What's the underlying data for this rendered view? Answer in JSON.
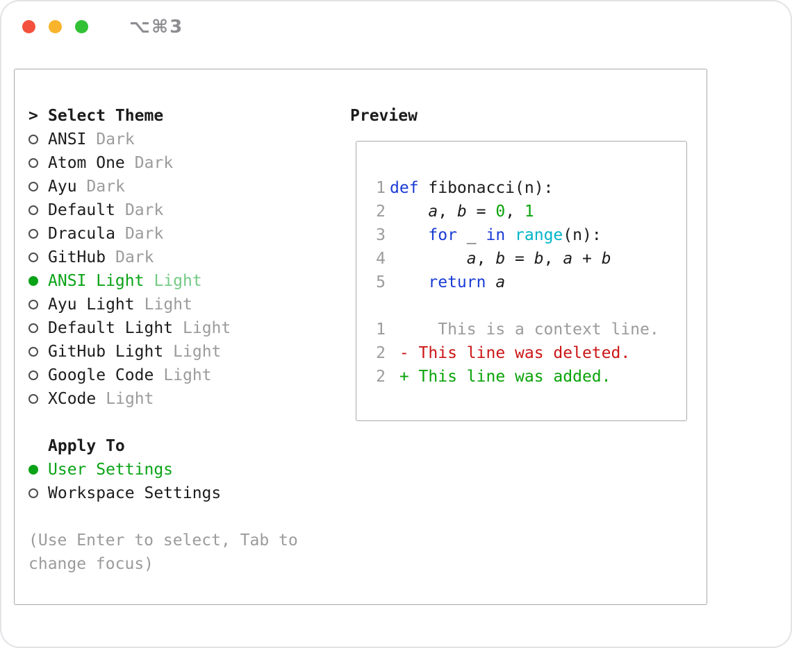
{
  "titlebar": {
    "shortcut": "⌥⌘3"
  },
  "theme_selector": {
    "prompt": ">",
    "title": "Select Theme",
    "themes": [
      {
        "name": "ANSI",
        "variant": "Dark",
        "selected": false
      },
      {
        "name": "Atom One",
        "variant": "Dark",
        "selected": false
      },
      {
        "name": "Ayu",
        "variant": "Dark",
        "selected": false
      },
      {
        "name": "Default",
        "variant": "Dark",
        "selected": false
      },
      {
        "name": "Dracula",
        "variant": "Dark",
        "selected": false
      },
      {
        "name": "GitHub",
        "variant": "Dark",
        "selected": false
      },
      {
        "name": "ANSI Light",
        "variant": "Light",
        "selected": true
      },
      {
        "name": "Ayu Light",
        "variant": "Light",
        "selected": false
      },
      {
        "name": "Default Light",
        "variant": "Light",
        "selected": false
      },
      {
        "name": "GitHub Light",
        "variant": "Light",
        "selected": false
      },
      {
        "name": "Google Code",
        "variant": "Light",
        "selected": false
      },
      {
        "name": "XCode",
        "variant": "Light",
        "selected": false
      }
    ],
    "apply_to": {
      "title": "Apply To",
      "options": [
        {
          "label": "User Settings",
          "selected": true
        },
        {
          "label": "Workspace Settings",
          "selected": false
        }
      ]
    },
    "help_lines": [
      "(Use Enter to select, Tab to",
      "change focus)"
    ]
  },
  "preview": {
    "title": "Preview",
    "lines": [
      {
        "num": "1",
        "kind": "code",
        "tokens": [
          {
            "t": "def",
            "c": "blue"
          },
          {
            "t": " fibonacci(n):"
          }
        ]
      },
      {
        "num": "2",
        "kind": "code",
        "tokens": [
          {
            "t": "    "
          },
          {
            "t": "a",
            "i": true
          },
          {
            "t": ", "
          },
          {
            "t": "b",
            "i": true
          },
          {
            "t": " = "
          },
          {
            "t": "0",
            "c": "green"
          },
          {
            "t": ", "
          },
          {
            "t": "1",
            "c": "green"
          }
        ]
      },
      {
        "num": "3",
        "kind": "code",
        "tokens": [
          {
            "t": "    "
          },
          {
            "t": "for",
            "c": "blue"
          },
          {
            "t": " _ "
          },
          {
            "t": "in",
            "c": "blue"
          },
          {
            "t": " "
          },
          {
            "t": "range",
            "c": "cyan"
          },
          {
            "t": "(n):"
          }
        ]
      },
      {
        "num": "4",
        "kind": "code",
        "tokens": [
          {
            "t": "        "
          },
          {
            "t": "a",
            "i": true
          },
          {
            "t": ", "
          },
          {
            "t": "b",
            "i": true
          },
          {
            "t": " = "
          },
          {
            "t": "b",
            "i": true
          },
          {
            "t": ", "
          },
          {
            "t": "a",
            "i": true
          },
          {
            "t": " + "
          },
          {
            "t": "b",
            "i": true
          }
        ]
      },
      {
        "num": "5",
        "kind": "code",
        "tokens": [
          {
            "t": "    "
          },
          {
            "t": "return",
            "c": "blue"
          },
          {
            "t": " "
          },
          {
            "t": "a",
            "i": true
          }
        ]
      },
      {
        "kind": "blank"
      },
      {
        "num": "1",
        "kind": "context",
        "tokens": [
          {
            "t": "     This is a context line.",
            "c": "gray"
          }
        ]
      },
      {
        "num": "2",
        "kind": "deleted",
        "tokens": [
          {
            "t": " - This line was deleted.",
            "c": "red"
          }
        ]
      },
      {
        "num": "2",
        "kind": "added",
        "tokens": [
          {
            "t": " + This line was added.",
            "c": "green"
          }
        ]
      }
    ]
  },
  "colors": {
    "traffic_red": "#f4513d",
    "traffic_yellow": "#f9b42d",
    "traffic_green": "#32c135",
    "accent_green": "#0aa317",
    "variant_selected": "#74ca86",
    "code_blue": "#1a3cd6",
    "code_green": "#09a309",
    "code_cyan": "#00b4c8",
    "code_red": "#cc1616",
    "muted": "#9b9b9b",
    "fg": "#1c1c1c"
  }
}
